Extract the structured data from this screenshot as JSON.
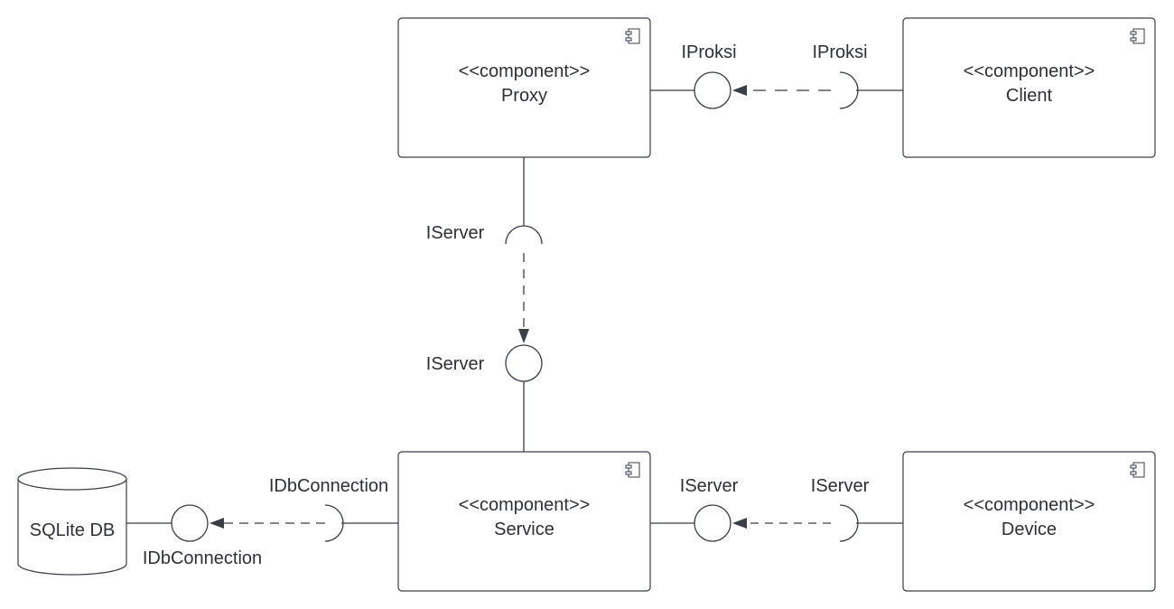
{
  "components": {
    "proxy": {
      "stereotype": "<<component>>",
      "name": "Proxy"
    },
    "client": {
      "stereotype": "<<component>>",
      "name": "Client"
    },
    "service": {
      "stereotype": "<<component>>",
      "name": "Service"
    },
    "device": {
      "stereotype": "<<component>>",
      "name": "Device"
    }
  },
  "database": {
    "name": "SQLite DB"
  },
  "interfaces": {
    "proxy_provided": "IProksi",
    "client_required": "IProksi",
    "proxy_required": "IServer",
    "service_provided_top": "IServer",
    "service_provided_right": "IServer",
    "device_required": "IServer",
    "service_required_db": "IDbConnection",
    "db_provided": "IDbConnection"
  },
  "colors": {
    "stroke": "#3a3e46",
    "text": "#2d3036",
    "background": "#ffffff"
  },
  "icons": {
    "component": "component-icon",
    "database": "cylinder-icon"
  }
}
